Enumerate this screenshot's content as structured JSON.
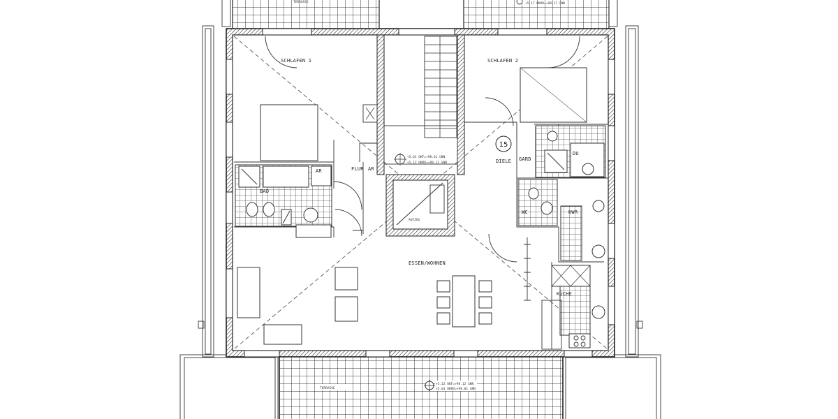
{
  "plan": {
    "unit_number": "15",
    "rooms": {
      "bedroom1": "SCHLAFEN 1",
      "bedroom2": "SCHLAFEN 2",
      "hall": "FLUR",
      "storage1": "AR",
      "storage2": "AR",
      "bath": "BAD",
      "entrance": "DIELE",
      "wardrobe": "GARD",
      "shower": "DU",
      "wc": "WC",
      "utility": "HWR",
      "kitchen": "KÜCHE",
      "living": "ESSEN/WOHNEN",
      "terrace_top": "TERRASSE",
      "terrace_bottom": "TERRASSE",
      "elevator": "AUFZUG"
    },
    "levels": {
      "core_line1": "+5.61 OKF=+98.61 üNN",
      "core_line2": "+5.12 OKRD=+98.12 üNN",
      "terrace_top_line": "+5.17 OKRD=+98.17 üNN",
      "terrace_bottom_line1": "+5.12 OKF=+98.12 üNN",
      "terrace_bottom_line2": "+5.01 OKRD=+98.01 üNN"
    },
    "colors": {
      "line": "#222222",
      "background": "#ffffff"
    }
  }
}
